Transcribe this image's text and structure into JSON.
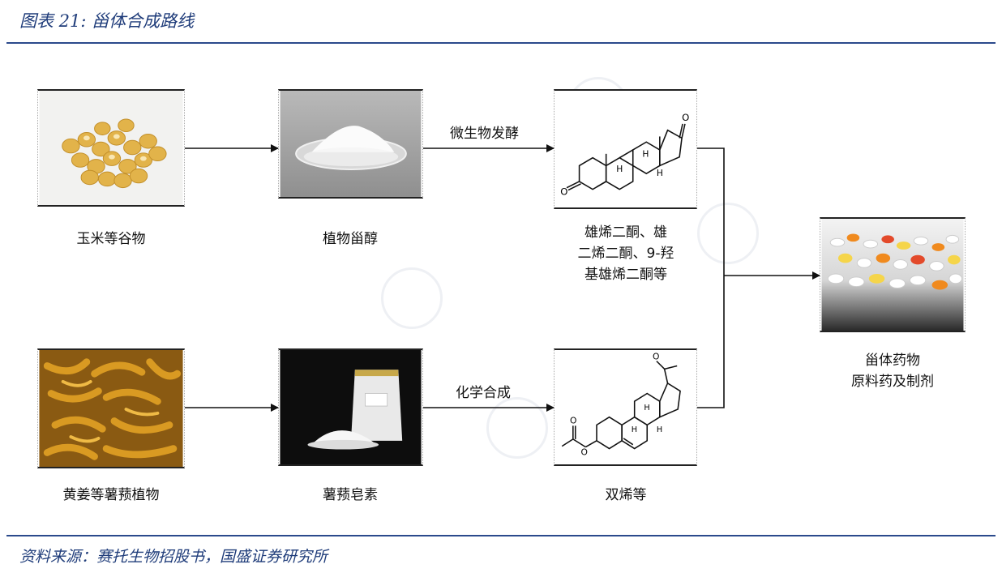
{
  "header": {
    "figure_title": "图表 21:  甾体合成路线"
  },
  "footer": {
    "source": "资料来源：赛托生物招股书，国盛证券研究所"
  },
  "diagram": {
    "nodes": {
      "corn": {
        "label": "玉米等谷物",
        "icon": "corn-kernels-photo"
      },
      "phytosterol": {
        "label": "植物甾醇",
        "icon": "white-powder-dish-photo"
      },
      "androstenedione": {
        "label_lines": [
          "雄烯二酮、雄",
          "二烯二酮、9-羟",
          "基雄烯二酮等"
        ],
        "icon": "steroid-structure-drawing"
      },
      "yam_plant": {
        "label": "黄姜等薯蓣植物",
        "icon": "dried-turmeric-roots-photo"
      },
      "diosgenin": {
        "label": "薯蓣皂素",
        "icon": "powder-bag-photo"
      },
      "diene": {
        "label": "双烯等",
        "icon": "steroid-acetate-structure-drawing"
      },
      "steroid_drugs": {
        "label_lines": [
          "甾体药物",
          "原料药及制剂"
        ],
        "icon": "pills-photo"
      }
    },
    "edges": {
      "microbial": {
        "label": "微生物发酵"
      },
      "chemical": {
        "label": "化学合成"
      }
    },
    "colors": {
      "rule": "#2b4a8c",
      "title": "#1f3c7a",
      "arrow": "#111111"
    }
  }
}
